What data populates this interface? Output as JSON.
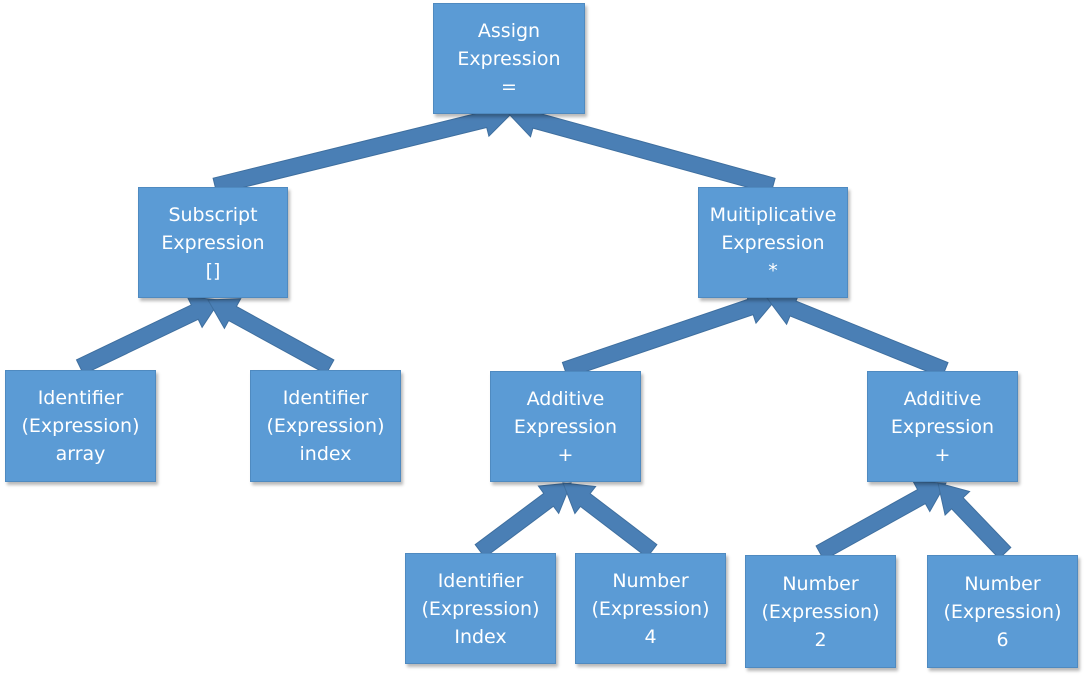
{
  "colors": {
    "node_fill": "#5b9bd5",
    "node_border": "#4f8ac0",
    "arrow_fill": "#4a7fb5",
    "arrow_stroke": "#3f6f9f",
    "text": "#ffffff"
  },
  "nodes": {
    "assign": [
      "Assign",
      "Expression",
      "="
    ],
    "subscript": [
      "Subscript",
      "Expression",
      "[]"
    ],
    "multiplicative": [
      "Muitiplicative",
      "Expression",
      "*"
    ],
    "identifier_array": [
      "Identifier",
      "(Expression)",
      "array"
    ],
    "identifier_index": [
      "Identifier",
      "(Expression)",
      "index"
    ],
    "additive_left": [
      "Additive",
      "Expression",
      "+"
    ],
    "additive_right": [
      "Additive",
      "Expression",
      "+"
    ],
    "identifier_Index": [
      "Identifier",
      "(Expression)",
      "Index"
    ],
    "number_4": [
      "Number",
      "(Expression)",
      "4"
    ],
    "number_2": [
      "Number",
      "(Expression)",
      "2"
    ],
    "number_6": [
      "Number",
      "(Expression)",
      "6"
    ]
  },
  "edges": [
    [
      "subscript",
      "assign"
    ],
    [
      "multiplicative",
      "assign"
    ],
    [
      "identifier_array",
      "subscript"
    ],
    [
      "identifier_index",
      "subscript"
    ],
    [
      "additive_left",
      "multiplicative"
    ],
    [
      "additive_right",
      "multiplicative"
    ],
    [
      "identifier_Index",
      "additive_left"
    ],
    [
      "number_4",
      "additive_left"
    ],
    [
      "number_2",
      "additive_right"
    ],
    [
      "number_6",
      "additive_right"
    ]
  ]
}
